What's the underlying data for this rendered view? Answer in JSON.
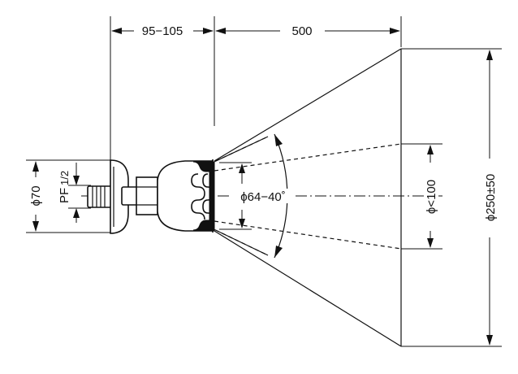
{
  "dimensions": {
    "nozzle_offset": "95−105",
    "spray_distance": "500",
    "body_diameter": "ϕ70",
    "thread": "PF",
    "thread_size": "1/2",
    "spray_angle": "ϕ64−40˚",
    "inner_diameter": "ϕ<100",
    "outer_diameter": "ϕ250±50"
  }
}
